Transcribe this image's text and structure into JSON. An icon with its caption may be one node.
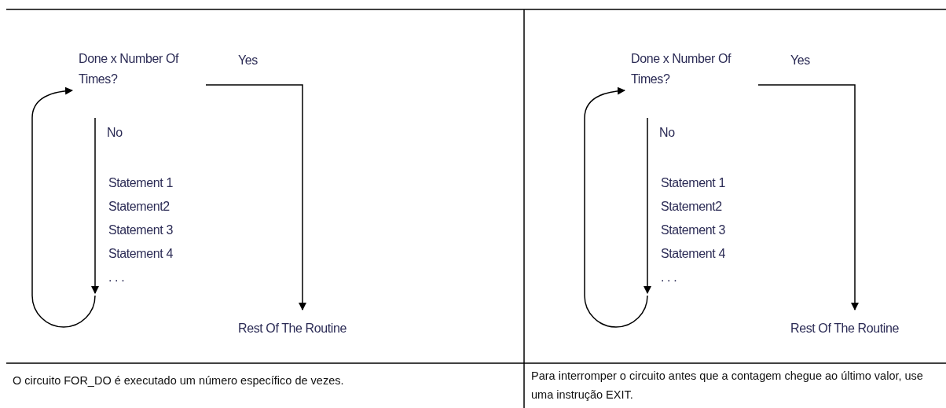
{
  "diagram": {
    "nodes": [
      {
        "text": [
          "Done x Number Of Times?"
        ]
      },
      {
        "text": [
          "Statement 1",
          "Statement2",
          "Statement 3",
          "Statement 4",
          ". . ."
        ]
      },
      {
        "text": [
          "Rest Of The Routine"
        ]
      },
      {
        "text": [
          "Done x Number Of Times?"
        ]
      },
      {
        "text": [
          "Statement 1",
          "Statement2",
          "Statement 3",
          "Statement 4",
          ". . ."
        ]
      },
      {
        "text": [
          "Rest Of The Routine"
        ]
      }
    ],
    "edges": [
      {
        "from": 0,
        "to": 2,
        "arrow": "to",
        "label": "Yes"
      },
      {
        "from": 0,
        "to": 1,
        "arrow": "to",
        "label": "No"
      },
      {
        "from": 1,
        "to": 0,
        "arrow": "to"
      },
      {
        "from": 3,
        "to": 5,
        "arrow": "to",
        "label": "Yes"
      },
      {
        "from": 3,
        "to": 4,
        "arrow": "to",
        "label": "No"
      },
      {
        "from": 4,
        "to": 3,
        "arrow": "to"
      }
    ],
    "labels": [
      "O circuito FOR_DO é executado um número específico de vezes.",
      "Para interromper o circuito antes que a contagem chegue ao último valor, use uma instrução EXIT."
    ]
  }
}
